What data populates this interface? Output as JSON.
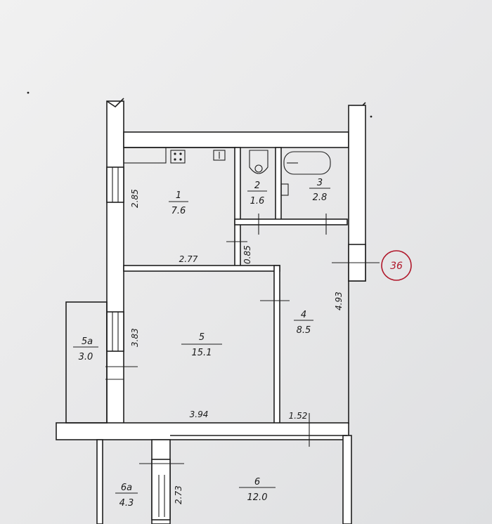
{
  "rooms": [
    {
      "number": "1",
      "area": "7.6"
    },
    {
      "number": "2",
      "area": "1.6"
    },
    {
      "number": "3",
      "area": "2.8"
    },
    {
      "number": "4",
      "area": "8.5"
    },
    {
      "number": "5",
      "area": "15.1"
    },
    {
      "number": "5а",
      "area": "3.0"
    },
    {
      "number": "6",
      "area": "12.0"
    },
    {
      "number": "6а",
      "area": "4.3"
    }
  ],
  "dimensions": {
    "room1_height": "2.85",
    "room1_width": "2.77",
    "corridor_step": "0.85",
    "room4_height": "4.93",
    "room5_height": "3.83",
    "room5_width": "3.94",
    "room4_width": "1.52",
    "room6_height": "2.73"
  },
  "apartment_number": "36",
  "colors": {
    "line": "#1f1f1f",
    "badge": "#b0172a"
  }
}
